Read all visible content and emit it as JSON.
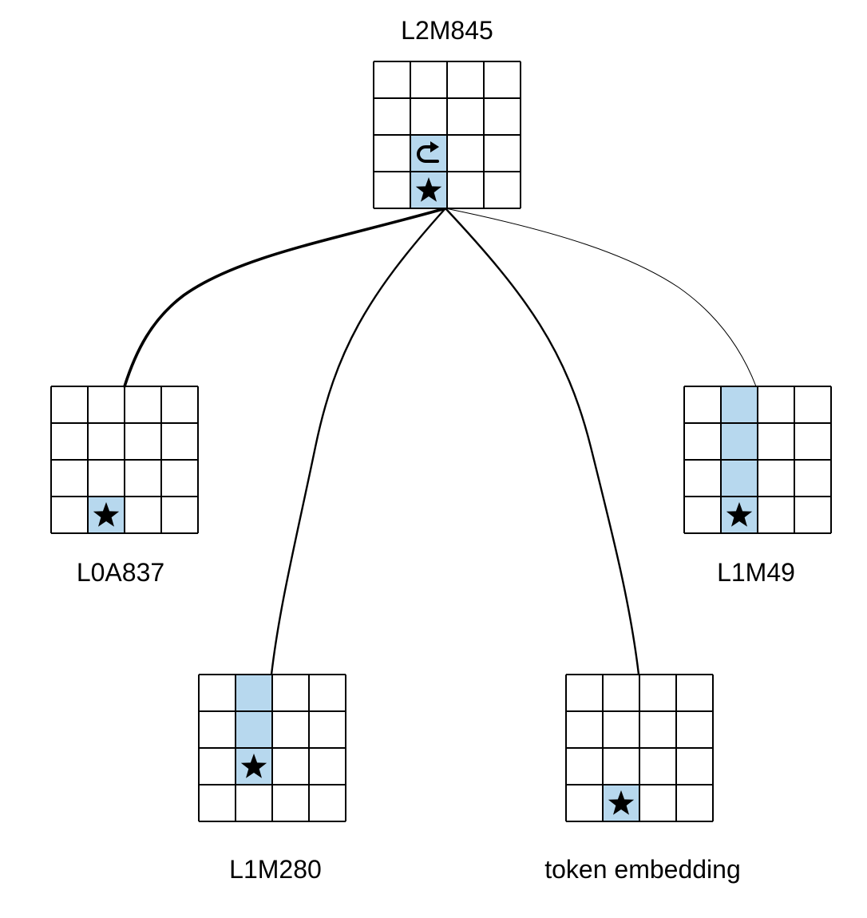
{
  "diagram": {
    "colors": {
      "highlight": "#b7d8ee",
      "line": "#000000",
      "background": "#ffffff"
    },
    "grid_size": 4,
    "nodes": [
      {
        "id": "L2M845",
        "label": "L2M845",
        "highlight_cells": [
          [
            2,
            1
          ],
          [
            3,
            1
          ]
        ],
        "icons": [
          {
            "row": 2,
            "col": 1,
            "name": "curved-arrow-icon"
          },
          {
            "row": 3,
            "col": 1,
            "name": "star-icon"
          }
        ]
      },
      {
        "id": "L0A837",
        "label": "L0A837",
        "highlight_cells": [
          [
            3,
            1
          ]
        ],
        "icons": [
          {
            "row": 3,
            "col": 1,
            "name": "star-icon"
          }
        ]
      },
      {
        "id": "L1M49",
        "label": "L1M49",
        "highlight_cells": [
          [
            0,
            1
          ],
          [
            1,
            1
          ],
          [
            2,
            1
          ],
          [
            3,
            1
          ]
        ],
        "icons": [
          {
            "row": 3,
            "col": 1,
            "name": "star-icon"
          }
        ]
      },
      {
        "id": "L1M280",
        "label": "L1M280",
        "highlight_cells": [
          [
            0,
            1
          ],
          [
            1,
            1
          ],
          [
            2,
            1
          ]
        ],
        "icons": [
          {
            "row": 2,
            "col": 1,
            "name": "star-icon"
          }
        ]
      },
      {
        "id": "token-embedding",
        "label": "token embedding",
        "highlight_cells": [
          [
            3,
            1
          ]
        ],
        "icons": [
          {
            "row": 3,
            "col": 1,
            "name": "star-icon"
          }
        ]
      }
    ],
    "edges": [
      {
        "from": "L2M845",
        "to": "L0A837",
        "weight": "heavy"
      },
      {
        "from": "L2M845",
        "to": "L1M280",
        "weight": "medium"
      },
      {
        "from": "L2M845",
        "to": "token-embedding",
        "weight": "medium"
      },
      {
        "from": "L2M845",
        "to": "L1M49",
        "weight": "light"
      }
    ]
  }
}
